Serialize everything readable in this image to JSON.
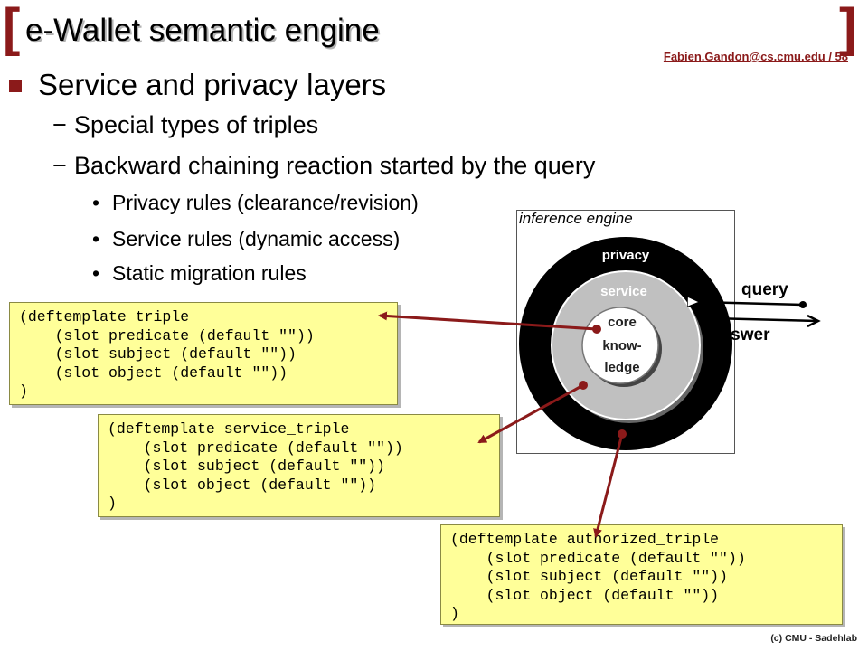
{
  "header": {
    "title": "e-Wallet semantic engine",
    "email_link": "Fabien.Gandon@cs.cmu.edu / 58"
  },
  "content": {
    "level1": "Service and privacy layers",
    "level2": [
      "Special types of triples",
      "Backward chaining reaction started by the query"
    ],
    "level3": [
      "Privacy rules (clearance/revision)",
      "Service rules (dynamic access)",
      "Static migration rules"
    ],
    "dash_glyph": "−",
    "dot_glyph": "•"
  },
  "diagram": {
    "box_label": "inference engine",
    "ring_outer": "privacy",
    "ring_middle": "service",
    "core_lines": [
      "core",
      "know-",
      "ledge"
    ],
    "query_label": "query",
    "answer_label": "answer"
  },
  "code_blocks": {
    "triple": "(deftemplate triple\n    (slot predicate (default \"\"))\n    (slot subject (default \"\"))\n    (slot object (default \"\"))\n)",
    "service_triple": "(deftemplate service_triple\n    (slot predicate (default \"\"))\n    (slot subject (default \"\"))\n    (slot object (default \"\"))\n)",
    "authorized_triple": "(deftemplate authorized_triple\n    (slot predicate (default \"\"))\n    (slot subject (default \"\"))\n    (slot object (default \"\"))\n)"
  },
  "footer": {
    "credit": "(c) CMU - Sadehlab"
  },
  "colors": {
    "accent": "#8b1a1a",
    "code_bg": "#ffff99",
    "ring_privacy": "#000000",
    "ring_service": "#c0c0c0"
  }
}
